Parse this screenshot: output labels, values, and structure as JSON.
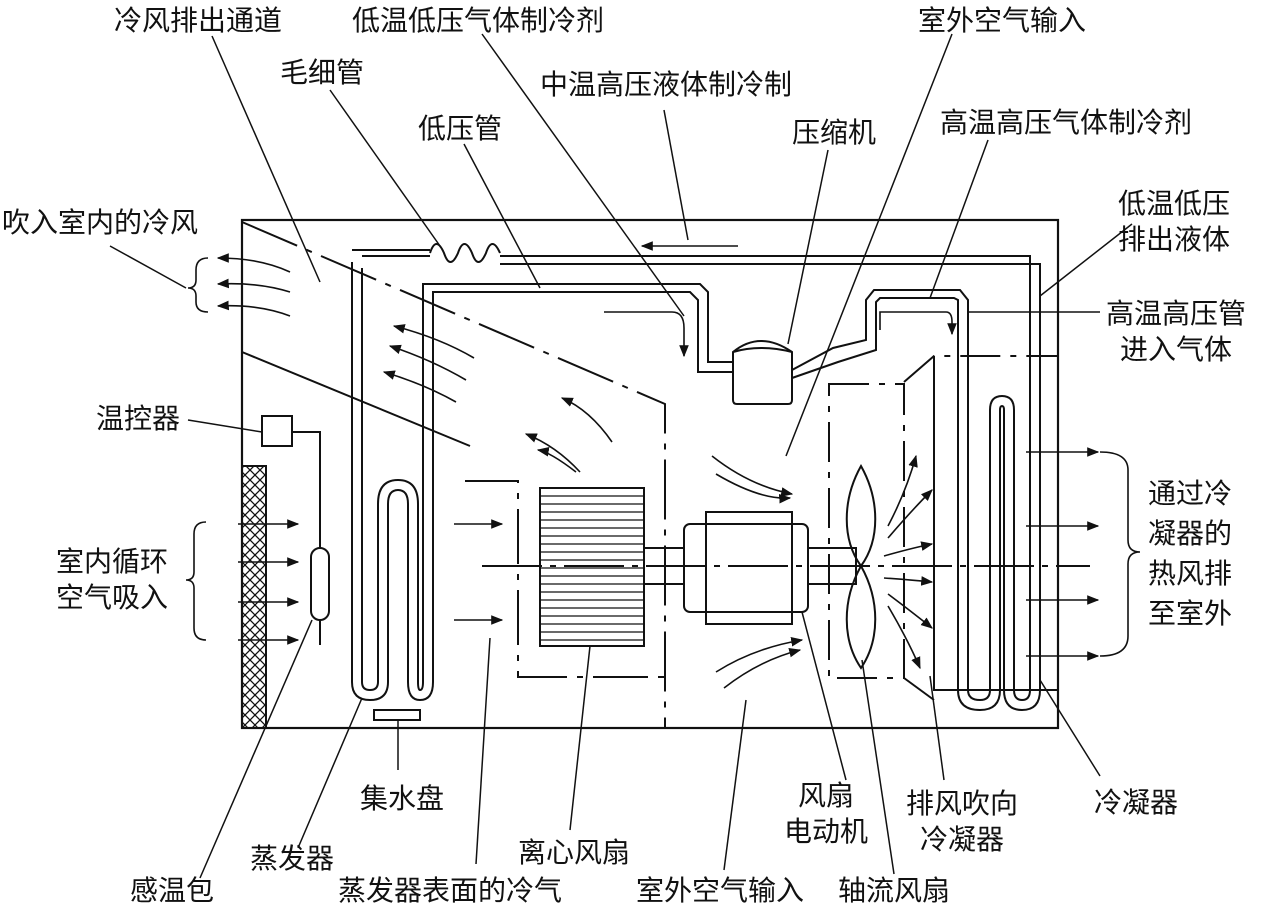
{
  "labels": {
    "cold_air_duct": "冷风排出通道",
    "low_temp_low_pressure_gas": "低温低压气体制冷剂",
    "outdoor_air_input_top": "室外空气输入",
    "capillary_tube": "毛细管",
    "mid_temp_high_pressure_liquid": "中温高压液体制冷制",
    "low_pressure_pipe": "低压管",
    "compressor": "压缩机",
    "high_temp_high_pressure_gas": "高温高压气体制冷剂",
    "cold_air_into_room": "吹入室内的冷风",
    "low_temp_low_pressure_liquid": [
      "低温低压",
      "排出液体"
    ],
    "high_pressure_pipe_gas_in": [
      "高温高压管",
      "进入气体"
    ],
    "thermostat": "温控器",
    "indoor_air_intake": [
      "室内循环",
      "空气吸入"
    ],
    "condenser_hot_air_out": [
      "通过冷",
      "凝器的",
      "热风排",
      "至室外"
    ],
    "drain_pan": "集水盘",
    "fan_motor": [
      "风扇",
      "电动机"
    ],
    "exhaust_to_condenser": [
      "排风吹向",
      "冷凝器"
    ],
    "condenser": "冷凝器",
    "evaporator": "蒸发器",
    "centrifugal_fan": "离心风扇",
    "temperature_bulb": "感温包",
    "evaporator_surface_cold_air": "蒸发器表面的冷气",
    "outdoor_air_input_bottom": "室外空气输入",
    "axial_fan": "轴流风扇"
  }
}
